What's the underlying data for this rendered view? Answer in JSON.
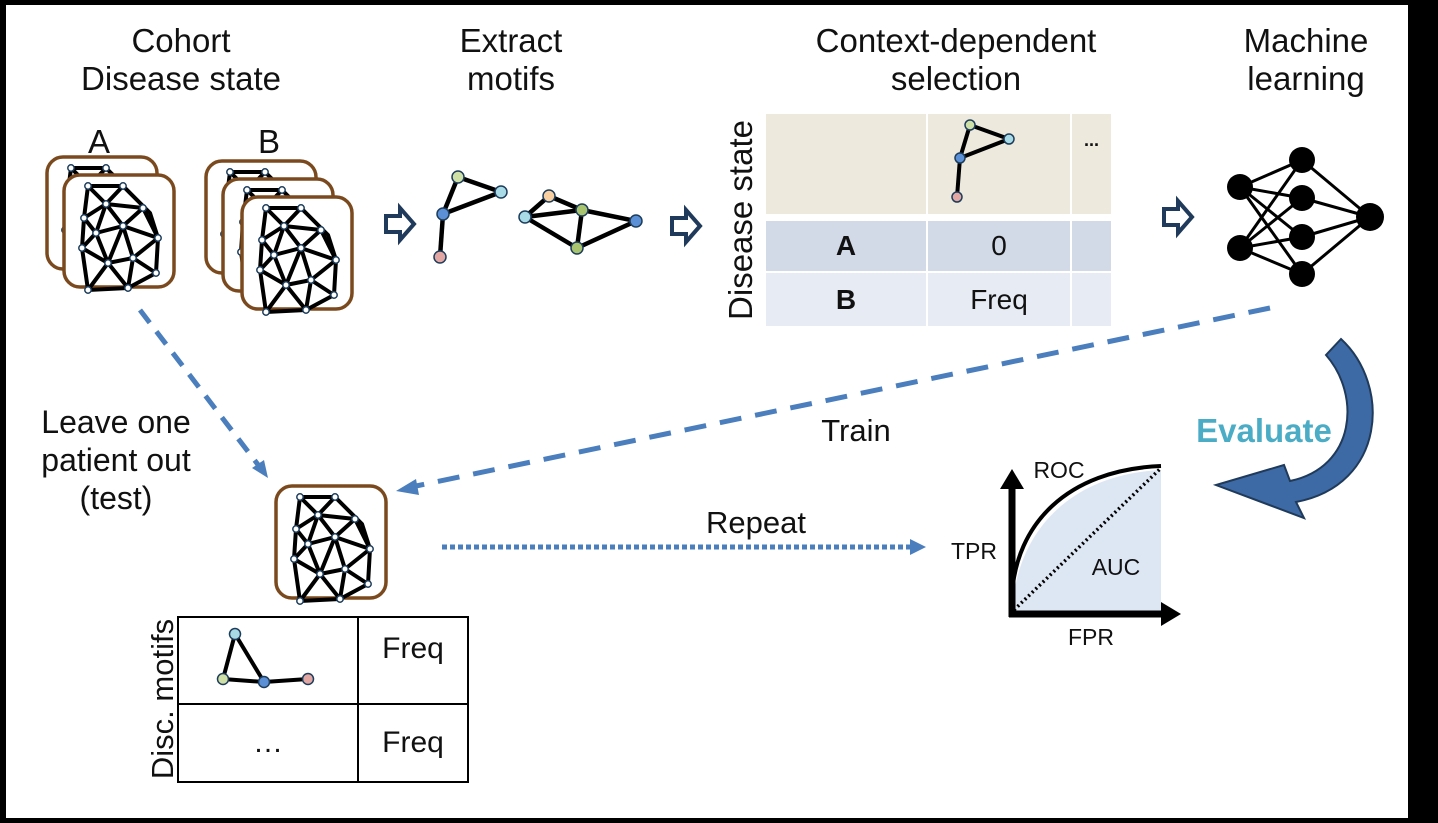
{
  "steps": {
    "cohort": {
      "line1": "Cohort",
      "line2": "Disease state",
      "group_a": "A",
      "group_b": "B"
    },
    "extract": {
      "line1": "Extract",
      "line2": "motifs"
    },
    "selection": {
      "line1": "Context-dependent",
      "line2": "selection"
    },
    "ml": {
      "line1": "Machine",
      "line2": "learning"
    }
  },
  "selection_table": {
    "row_axis_label": "Disease state",
    "more_columns": "...",
    "rows": [
      {
        "state": "A",
        "value": "0"
      },
      {
        "state": "B",
        "value": "Freq"
      }
    ]
  },
  "loo": {
    "line1": "Leave one",
    "line2": "patient out",
    "line3": "(test)"
  },
  "edges": {
    "train": "Train",
    "repeat": "Repeat",
    "evaluate": "Evaluate"
  },
  "roc": {
    "title": "ROC",
    "y_label": "TPR",
    "x_label": "FPR",
    "area_label": "AUC"
  },
  "disc_table": {
    "axis_label": "Disc. motifs",
    "rows": [
      {
        "motif": "",
        "value": "Freq"
      },
      {
        "motif": "…",
        "value": "Freq"
      }
    ]
  },
  "colors": {
    "arrow_blue": "#4a7ebd",
    "evaluate_text": "#4bacc6",
    "card_border": "#7a4a1e",
    "header_row": "#ede9dd",
    "row_a": "#d2d9e7",
    "row_b": "#e7ebf3",
    "roc_fill": "#dde6f3",
    "step_arrow": "#1f3a5a"
  }
}
